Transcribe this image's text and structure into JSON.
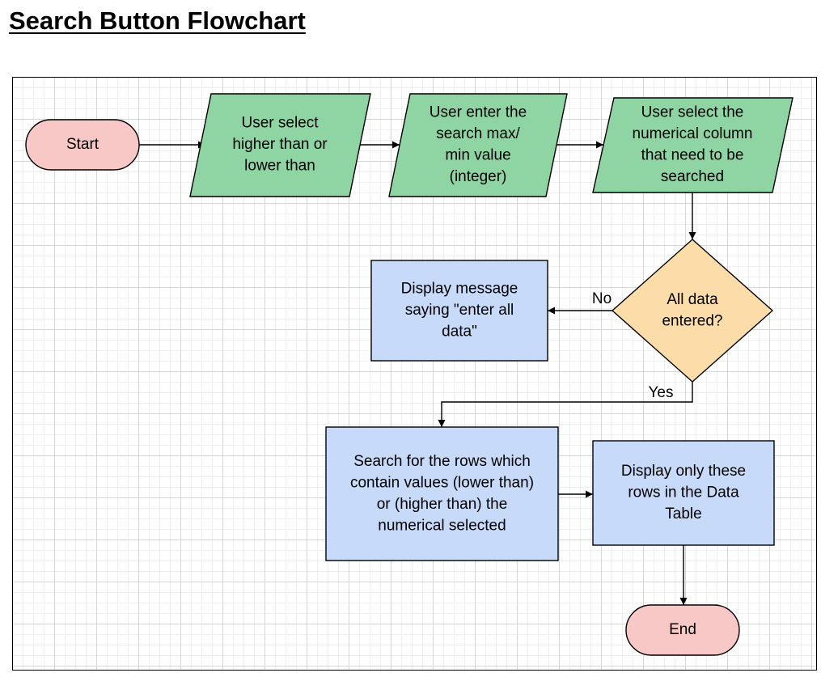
{
  "title": "Search Button Flowchart",
  "colors": {
    "terminal": "#f8c8c6",
    "io": "#8fd5a3",
    "process": "#c8daf9",
    "decision": "#fcdca8",
    "stroke": "#000000"
  },
  "nodes": {
    "start": {
      "shape": "terminal",
      "lines": [
        "Start"
      ]
    },
    "select_direction": {
      "shape": "parallelogram",
      "lines": [
        "User select",
        "higher than or",
        "lower than"
      ]
    },
    "enter_value": {
      "shape": "parallelogram",
      "lines": [
        "User enter the",
        "search max/",
        "min value",
        "(integer)"
      ]
    },
    "select_column": {
      "shape": "parallelogram",
      "lines": [
        "User select the",
        "numerical column",
        "that need to be",
        "searched"
      ]
    },
    "all_entered": {
      "shape": "decision",
      "lines": [
        "All data",
        "entered?"
      ]
    },
    "msg_enter_all": {
      "shape": "process",
      "lines": [
        "Display message",
        "saying \"enter all",
        "data\""
      ]
    },
    "search_rows": {
      "shape": "process",
      "lines": [
        "Search for the rows which",
        "contain values (lower than)",
        "or (higher than) the",
        "numerical selected"
      ]
    },
    "display_rows": {
      "shape": "process",
      "lines": [
        "Display only these",
        "rows in the Data",
        "Table"
      ]
    },
    "end": {
      "shape": "terminal",
      "lines": [
        "End"
      ]
    }
  },
  "edges": [
    {
      "from": "start",
      "to": "select_direction",
      "label": ""
    },
    {
      "from": "select_direction",
      "to": "enter_value",
      "label": ""
    },
    {
      "from": "enter_value",
      "to": "select_column",
      "label": ""
    },
    {
      "from": "select_column",
      "to": "all_entered",
      "label": ""
    },
    {
      "from": "all_entered",
      "to": "msg_enter_all",
      "label": "No"
    },
    {
      "from": "all_entered",
      "to": "search_rows",
      "label": "Yes"
    },
    {
      "from": "search_rows",
      "to": "display_rows",
      "label": ""
    },
    {
      "from": "display_rows",
      "to": "end",
      "label": ""
    }
  ]
}
